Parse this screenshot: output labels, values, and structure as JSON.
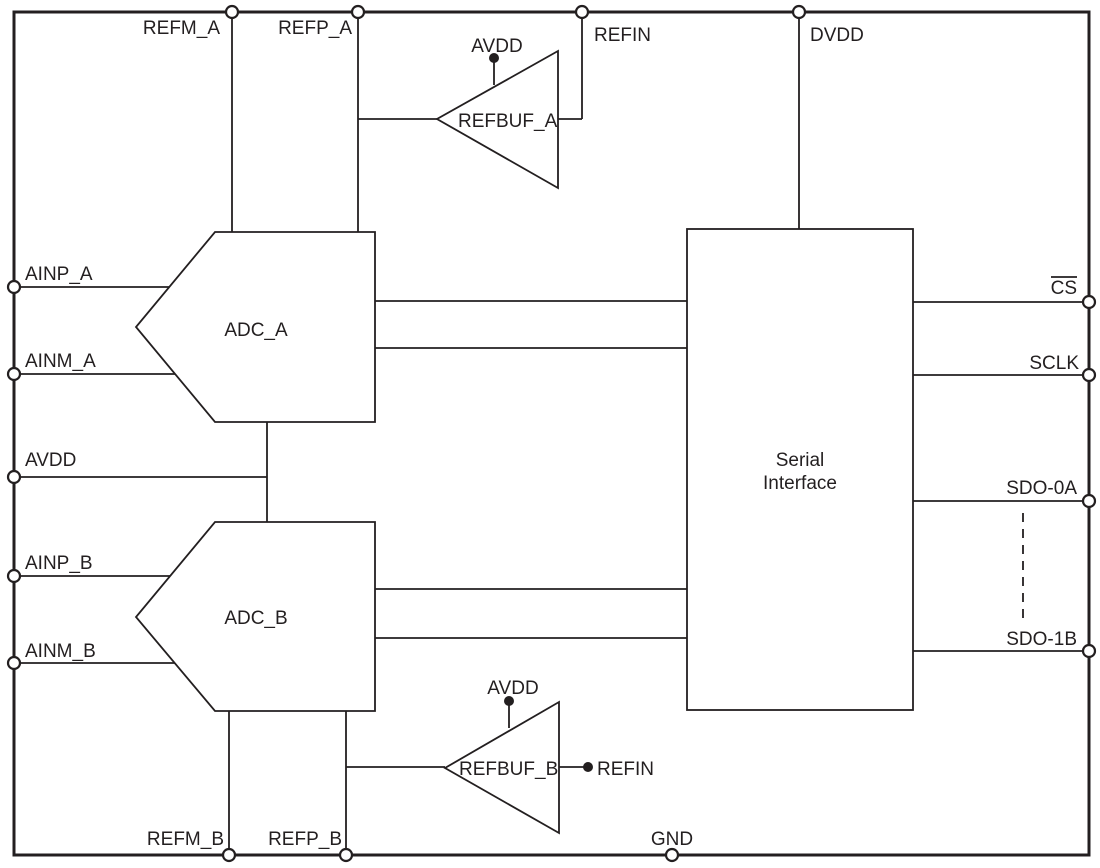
{
  "diagram": {
    "kind": "adc-functional-block-diagram",
    "colors": {
      "line": "#231f20",
      "background": "#ffffff",
      "text": "#231f20"
    }
  },
  "blocks": {
    "adc_a": {
      "label": "ADC_A"
    },
    "adc_b": {
      "label": "ADC_B"
    },
    "serial_interface": {
      "line1": "Serial",
      "line2": "Interface"
    },
    "refbuf_a": {
      "label": "REFBUF_A",
      "supply": "AVDD"
    },
    "refbuf_b": {
      "label": "REFBUF_B",
      "supply": "AVDD",
      "ref_input": "REFIN"
    }
  },
  "pins": {
    "top": [
      {
        "label": "REFM_A"
      },
      {
        "label": "REFP_A"
      },
      {
        "label": "REFIN"
      },
      {
        "label": "DVDD"
      }
    ],
    "left": [
      {
        "label": "AINP_A"
      },
      {
        "label": "AINM_A"
      },
      {
        "label": "AVDD"
      },
      {
        "label": "AINP_B"
      },
      {
        "label": "AINM_B"
      }
    ],
    "right": [
      {
        "label": "CS",
        "overline": true
      },
      {
        "label": "SCLK",
        "overline": false
      },
      {
        "label": "SDO-0A",
        "overline": false
      },
      {
        "label": "SDO-1B",
        "overline": false
      }
    ],
    "bottom": [
      {
        "label": "REFM_B"
      },
      {
        "label": "REFP_B"
      },
      {
        "label": "GND"
      }
    ]
  }
}
